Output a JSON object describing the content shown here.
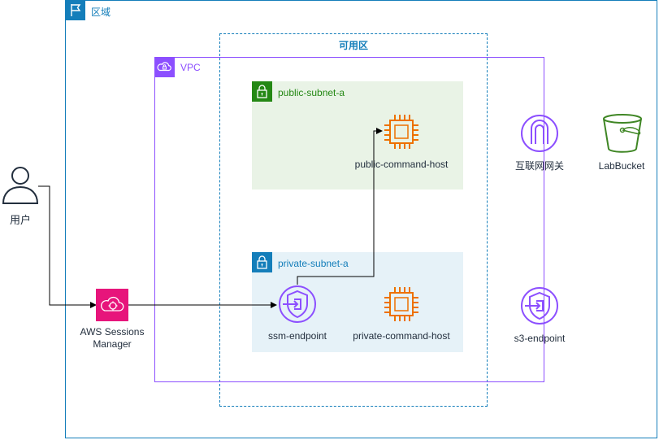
{
  "region": {
    "label": "区域"
  },
  "availability_zone": {
    "label": "可用区"
  },
  "vpc": {
    "label": "VPC"
  },
  "public_subnet": {
    "label": "public-subnet-a"
  },
  "private_subnet": {
    "label": "private-subnet-a"
  },
  "nodes": {
    "public_host": "public-command-host",
    "private_host": "private-command-host",
    "ssm_endpoint": "ssm-endpoint",
    "internet_gateway": "互联网网关",
    "s3_bucket": "LabBucket",
    "s3_endpoint": "s3-endpoint",
    "user": "用户",
    "ssm_manager": "AWS Sessions Manager"
  },
  "colors": {
    "region": "#147eba",
    "vpc": "#8c4fff",
    "public_subnet": "#248814",
    "compute": "#ed7100",
    "network": "#8c4fff",
    "storage": "#3f8624",
    "management": "#e7157b"
  }
}
